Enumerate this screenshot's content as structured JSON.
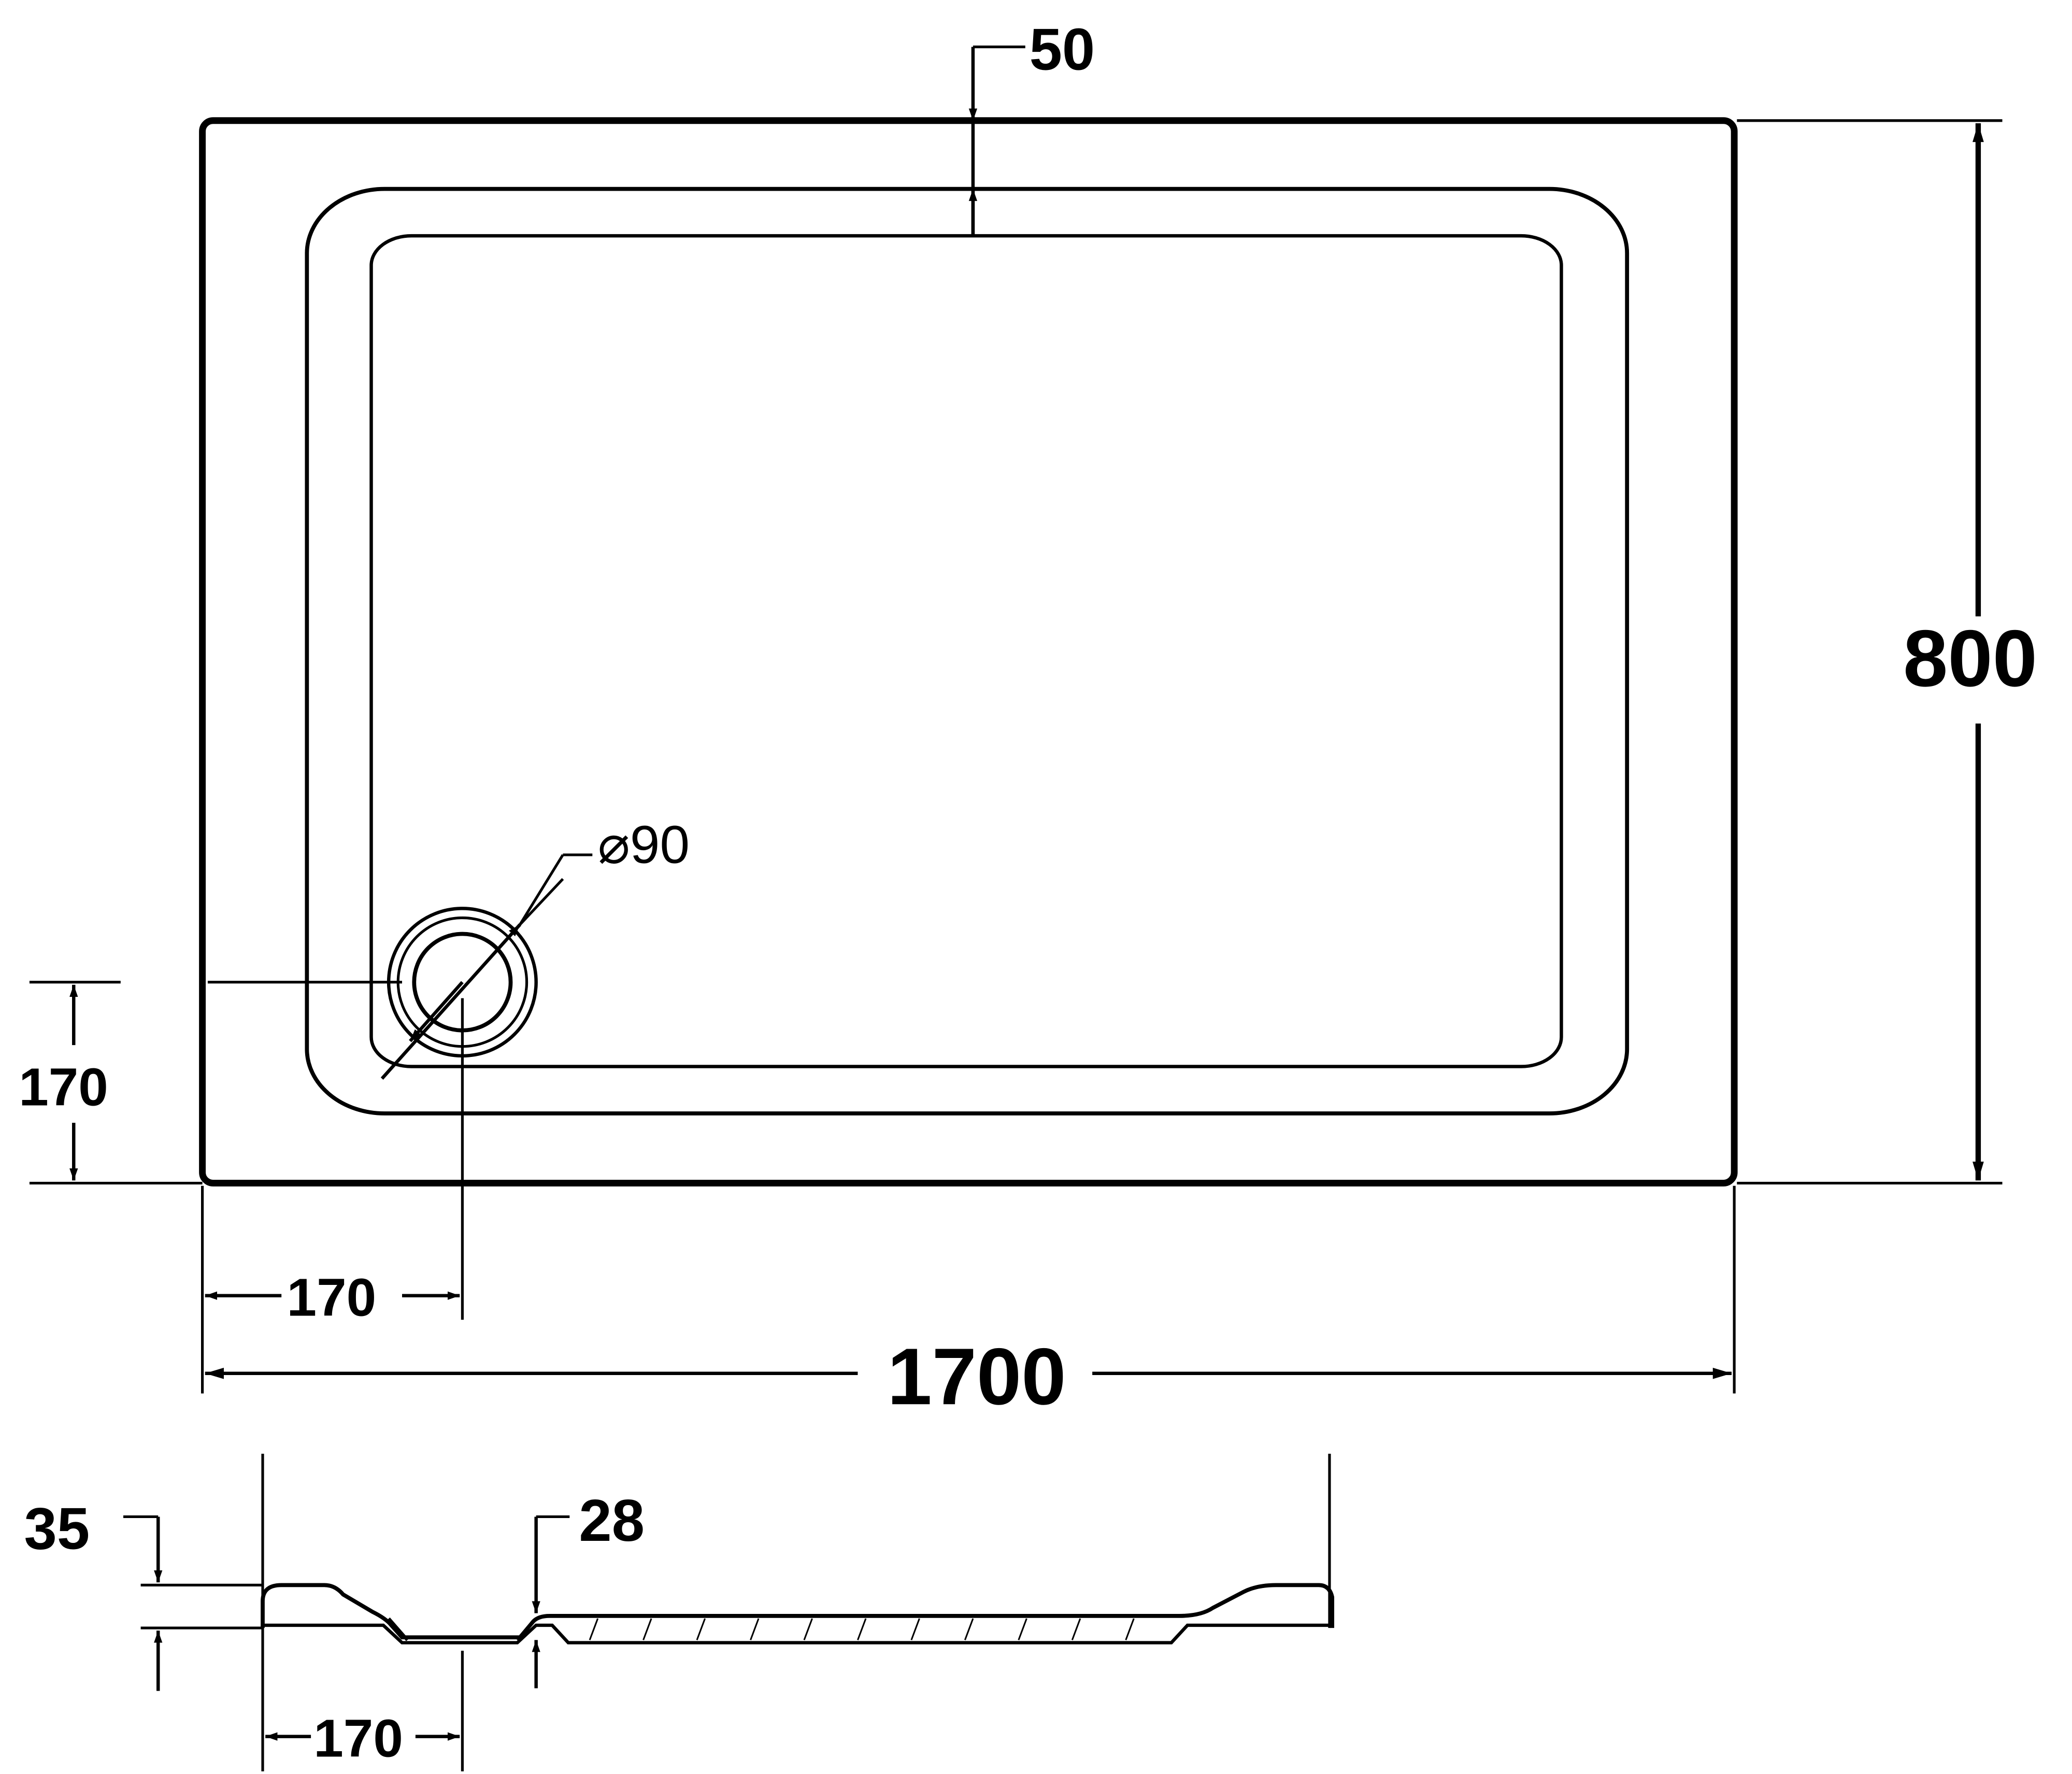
{
  "colors": {
    "line": "#000000",
    "background": "#ffffff"
  },
  "plan_view": {
    "overall_length": "1700",
    "overall_width": "800",
    "rim_width": "50",
    "waste_diameter": "⌀90",
    "waste_offset_x": "170",
    "waste_offset_y": "170"
  },
  "section_view": {
    "total_height": "35",
    "base_height": "28",
    "waste_offset_x": "170"
  }
}
